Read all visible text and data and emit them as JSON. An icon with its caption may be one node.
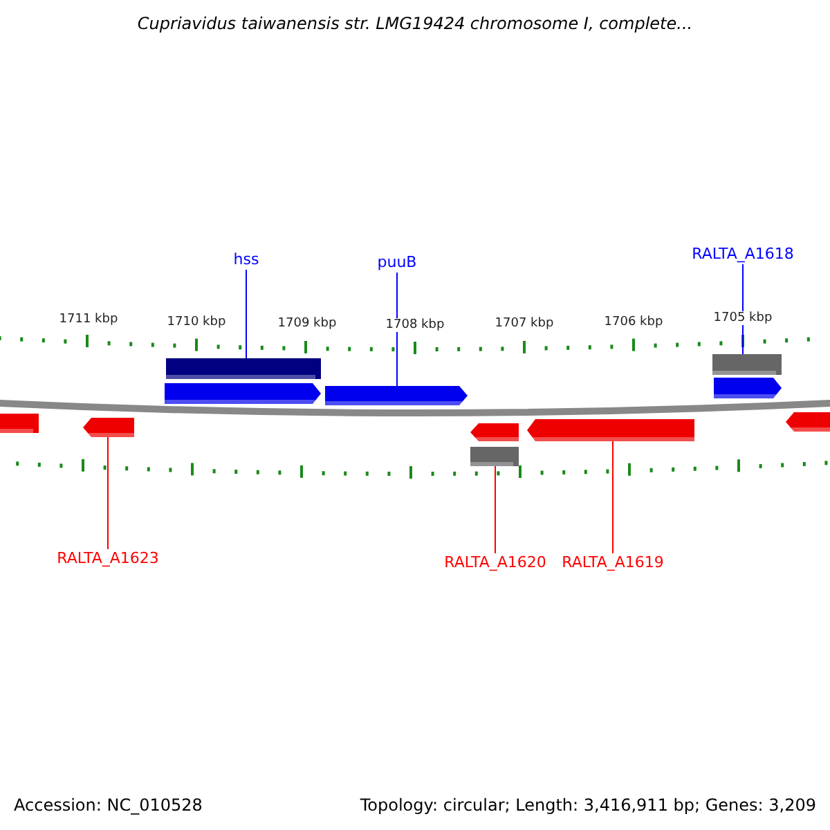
{
  "diagram": {
    "title": "Cupriavidus taiwanensis str. LMG19424 chromosome I, complete...",
    "nodes": [
      {
        "text": [
          "hss"
        ]
      },
      {
        "text": [
          "puuB"
        ]
      },
      {
        "text": [
          "RALTA_A1618"
        ]
      },
      {
        "text": [
          "RALTA_A1623"
        ]
      },
      {
        "text": [
          "RALTA_A1620"
        ]
      },
      {
        "text": [
          "RALTA_A1619"
        ]
      },
      {
        "text": [],
        "shape": "bar"
      },
      {
        "text": [],
        "shape": "arrow"
      },
      {
        "text": [],
        "shape": "bar"
      },
      {
        "text": [],
        "shape": "arrow"
      },
      {
        "text": [],
        "shape": "arrow"
      },
      {
        "text": [],
        "shape": "arrow"
      },
      {
        "text": [],
        "shape": "bar"
      },
      {
        "text": [],
        "shape": "arrow"
      },
      {
        "text": [],
        "shape": "bar"
      },
      {
        "text": [],
        "shape": "arrow"
      },
      {
        "text": [],
        "shape": "arrow"
      }
    ],
    "edges": [
      {
        "from": 0,
        "to": 8,
        "arrow": "none",
        "color": "#0000ff"
      },
      {
        "from": 1,
        "to": 10,
        "arrow": "none",
        "color": "#0000ff"
      },
      {
        "from": 2,
        "to": 14,
        "arrow": "none",
        "color": "#0000ff"
      },
      {
        "from": 3,
        "to": 7,
        "arrow": "none",
        "color": "#ff0000"
      },
      {
        "from": 4,
        "to": 12,
        "arrow": "none",
        "color": "#ff0000"
      },
      {
        "from": 5,
        "to": 13,
        "arrow": "none",
        "color": "#ff0000"
      }
    ],
    "labels": [
      "1711 kbp",
      "1710 kbp",
      "1709 kbp",
      "1708 kbp",
      "1707 kbp",
      "1706 kbp",
      "1705 kbp",
      "Accession: NC_010528",
      "Topology: circular; Length: 3,416,911 bp; Genes: 3,209"
    ]
  }
}
